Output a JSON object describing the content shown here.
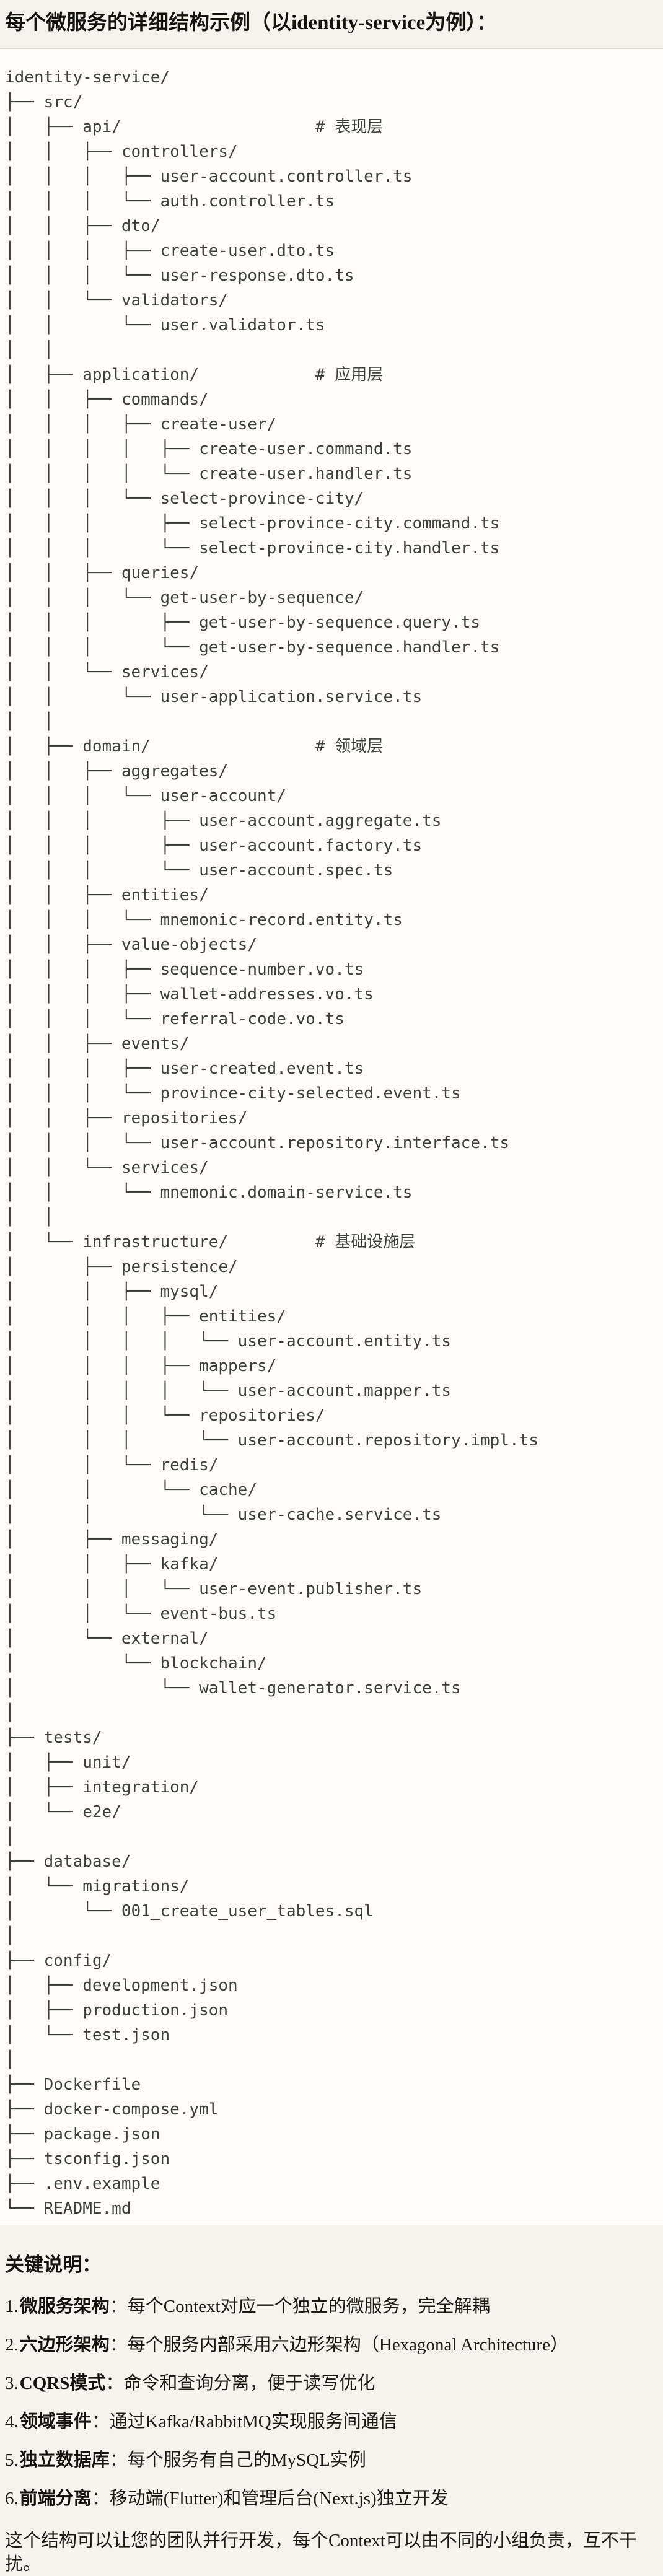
{
  "page": {
    "title": "每个微服务的详细结构示例（以identity-service为例）：",
    "notes_heading": "关键说明：",
    "closing": "这个结构可以让您的团队并行开发，每个Context可以由不同的小组负责，互不干扰。"
  },
  "colors": {
    "page_bg": "#F4F3EC",
    "code_bg": "#FDFCF9",
    "code_border": "#DAD8CF",
    "tree_text": "#3E3E3B",
    "body_text": "#1B1A16"
  },
  "tree": {
    "lines": [
      "identity-service/",
      "├── src/",
      "│   ├── api/                    # 表现层",
      "│   │   ├── controllers/",
      "│   │   │   ├── user-account.controller.ts",
      "│   │   │   └── auth.controller.ts",
      "│   │   ├── dto/",
      "│   │   │   ├── create-user.dto.ts",
      "│   │   │   └── user-response.dto.ts",
      "│   │   └── validators/",
      "│   │       └── user.validator.ts",
      "│   │",
      "│   ├── application/            # 应用层",
      "│   │   ├── commands/",
      "│   │   │   ├── create-user/",
      "│   │   │   │   ├── create-user.command.ts",
      "│   │   │   │   └── create-user.handler.ts",
      "│   │   │   └── select-province-city/",
      "│   │   │       ├── select-province-city.command.ts",
      "│   │   │       └── select-province-city.handler.ts",
      "│   │   ├── queries/",
      "│   │   │   └── get-user-by-sequence/",
      "│   │   │       ├── get-user-by-sequence.query.ts",
      "│   │   │       └── get-user-by-sequence.handler.ts",
      "│   │   └── services/",
      "│   │       └── user-application.service.ts",
      "│   │",
      "│   ├── domain/                 # 领域层",
      "│   │   ├── aggregates/",
      "│   │   │   └── user-account/",
      "│   │   │       ├── user-account.aggregate.ts",
      "│   │   │       ├── user-account.factory.ts",
      "│   │   │       └── user-account.spec.ts",
      "│   │   ├── entities/",
      "│   │   │   └── mnemonic-record.entity.ts",
      "│   │   ├── value-objects/",
      "│   │   │   ├── sequence-number.vo.ts",
      "│   │   │   ├── wallet-addresses.vo.ts",
      "│   │   │   └── referral-code.vo.ts",
      "│   │   ├── events/",
      "│   │   │   ├── user-created.event.ts",
      "│   │   │   └── province-city-selected.event.ts",
      "│   │   ├── repositories/",
      "│   │   │   └── user-account.repository.interface.ts",
      "│   │   └── services/",
      "│   │       └── mnemonic.domain-service.ts",
      "│   │",
      "│   └── infrastructure/         # 基础设施层",
      "│       ├── persistence/",
      "│       │   ├── mysql/",
      "│       │   │   ├── entities/",
      "│       │   │   │   └── user-account.entity.ts",
      "│       │   │   ├── mappers/",
      "│       │   │   │   └── user-account.mapper.ts",
      "│       │   │   └── repositories/",
      "│       │   │       └── user-account.repository.impl.ts",
      "│       │   └── redis/",
      "│       │       └── cache/",
      "│       │           └── user-cache.service.ts",
      "│       ├── messaging/",
      "│       │   ├── kafka/",
      "│       │   │   └── user-event.publisher.ts",
      "│       │   └── event-bus.ts",
      "│       └── external/",
      "│           └── blockchain/",
      "│               └── wallet-generator.service.ts",
      "│",
      "├── tests/",
      "│   ├── unit/",
      "│   ├── integration/",
      "│   └── e2e/",
      "│",
      "├── database/",
      "│   └── migrations/",
      "│       └── 001_create_user_tables.sql",
      "│",
      "├── config/",
      "│   ├── development.json",
      "│   ├── production.json",
      "│   └── test.json",
      "│",
      "├── Dockerfile",
      "├── docker-compose.yml",
      "├── package.json",
      "├── tsconfig.json",
      "├── .env.example",
      "└── README.md"
    ]
  },
  "notes": {
    "items": [
      {
        "num": "1.",
        "label": "微服务架构",
        "text": "：每个Context对应一个独立的微服务，完全解耦"
      },
      {
        "num": "2.",
        "label": "六边形架构",
        "text": "：每个服务内部采用六边形架构（Hexagonal Architecture）"
      },
      {
        "num": "3.",
        "label": "CQRS模式",
        "text": "：命令和查询分离，便于读写优化"
      },
      {
        "num": "4.",
        "label": "领域事件",
        "text": "：通过Kafka/RabbitMQ实现服务间通信"
      },
      {
        "num": "5.",
        "label": "独立数据库",
        "text": "：每个服务有自己的MySQL实例"
      },
      {
        "num": "6.",
        "label": "前端分离",
        "text": "：移动端(Flutter)和管理后台(Next.js)独立开发"
      }
    ]
  }
}
